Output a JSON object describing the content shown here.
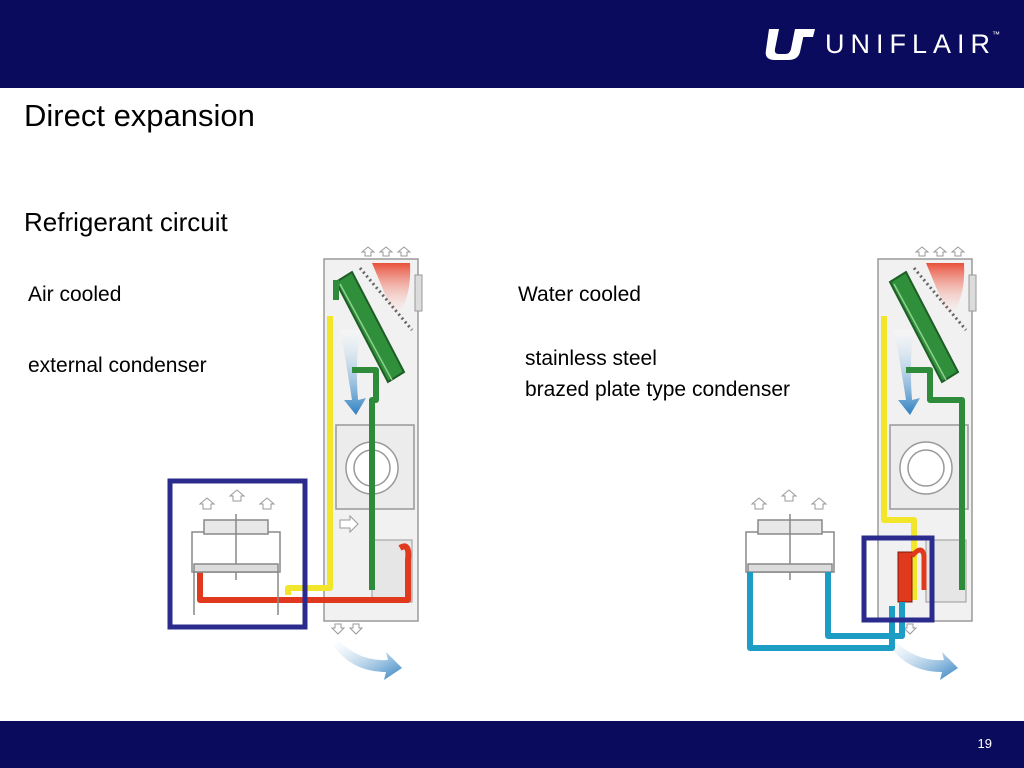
{
  "header": {
    "brand": "UNIFLAIR",
    "trademark": "™",
    "background": "#0b0b5e"
  },
  "slide": {
    "title": "Direct expansion",
    "subtitle": "Refrigerant circuit",
    "page_number": "19"
  },
  "air_cooled": {
    "heading": "Air cooled",
    "description": "external condenser"
  },
  "water_cooled": {
    "heading": "Water cooled",
    "description_line1": "stainless steel",
    "description_line2": "brazed plate type condenser"
  },
  "colors": {
    "refrigerant_liquid": "#f2e62a",
    "refrigerant_suction": "#2e8b3a",
    "refrigerant_discharge": "#e0391e",
    "water_loop": "#1d9cc4",
    "highlight_box": "#2b2b8e",
    "coil": "#2f8f3a"
  }
}
